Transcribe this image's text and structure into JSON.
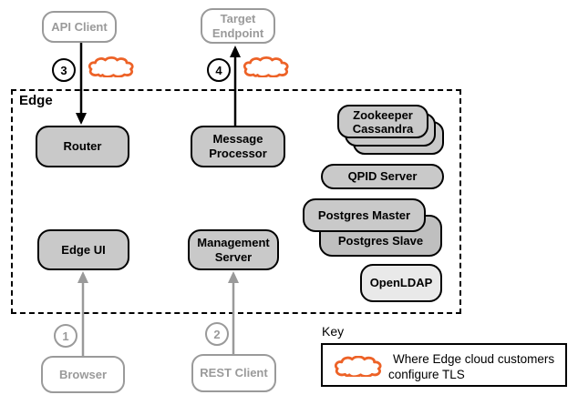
{
  "edge": {
    "label": "Edge"
  },
  "nodes": {
    "api_client": {
      "label": "API Client"
    },
    "target_endpoint": {
      "line1": "Target",
      "line2": "Endpoint"
    },
    "router": {
      "label": "Router"
    },
    "message_processor": {
      "line1": "Message",
      "line2": "Processor"
    },
    "zookeeper_stack": {
      "line1": "Zookeeper",
      "line2": "Cassandra"
    },
    "qpid_server": {
      "label": "QPID Server"
    },
    "postgres_master": {
      "label": "Postgres Master"
    },
    "postgres_slave": {
      "label": "Postgres Slave"
    },
    "openldap": {
      "label": "OpenLDAP"
    },
    "edge_ui": {
      "label": "Edge UI"
    },
    "management_server": {
      "line1": "Management",
      "line2": "Server"
    },
    "browser": {
      "label": "Browser"
    },
    "rest_client": {
      "label": "REST Client"
    }
  },
  "step_badges": {
    "b1": "1",
    "b2": "2",
    "b3": "3",
    "b4": "4"
  },
  "key": {
    "title": "Key",
    "icon": "tls-cloud-icon",
    "text_line1": "Where Edge cloud customers",
    "text_line2": "configure TLS"
  },
  "colors": {
    "tls_cloud_orange": "#ED6227",
    "node_fill_gray": "#C9C9C9",
    "postgres_slave_fill": "#BFBFBF",
    "openldap_fill": "#E9E9E9",
    "external_gray": "#9A9A9A",
    "border_black": "#000000"
  }
}
